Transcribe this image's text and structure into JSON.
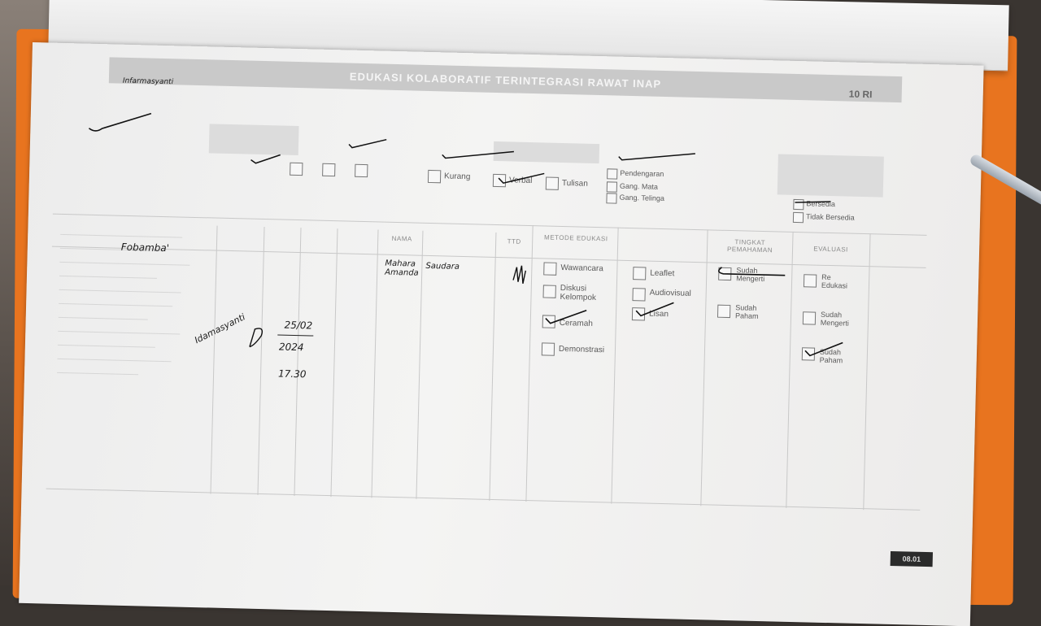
{
  "form": {
    "title": "EDUKASI KOLABORATIF TERINTEGRASI RAWAT INAP",
    "code": "10 RI",
    "page_number": "08.01"
  },
  "columns": {
    "tingkat": "TINGKAT PEMAHAMAN",
    "evaluasi": "EVALUASI",
    "metode": "METODE EDUKASI",
    "ttd": "TTD",
    "nama": "NAMA"
  },
  "metode_options": [
    {
      "label": "Wawancara",
      "checked": false
    },
    {
      "label": "Diskusi Kelompok",
      "checked": false
    },
    {
      "label": "Ceramah",
      "checked": true
    },
    {
      "label": "Demonstrasi",
      "checked": false
    }
  ],
  "media_options": [
    {
      "label": "Leaflet",
      "checked": false
    },
    {
      "label": "Audiovisual",
      "checked": false
    },
    {
      "label": "Lisan",
      "checked": true
    }
  ],
  "pemahaman_options": [
    {
      "label": "Sudah Mengerti",
      "checked": true
    },
    {
      "label": "Sudah Paham",
      "checked": false
    }
  ],
  "evaluasi_options": [
    {
      "label": "Re Edukasi",
      "checked": false
    },
    {
      "label": "Sudah Mengerti",
      "checked": false
    },
    {
      "label": "Sudah Paham",
      "checked": true
    }
  ],
  "top_options": {
    "lisan": "Verbal",
    "tulisan": "Tulisan",
    "kurang": "Kurang",
    "gangguan": [
      "Pendengaran",
      "Gang. Mata",
      "Gang. Telinga"
    ],
    "media": [
      "Bersedia",
      "Tidak Bersedia"
    ]
  },
  "handwriting": {
    "header_note": "Infarmasyanti",
    "topic": "Fobamba'",
    "educator_name": "Mahara Amanda",
    "recipient": "Saudara",
    "profession": "Idamasyanti",
    "date_day": "25/02",
    "date_year": "2024",
    "time": "17.30"
  }
}
